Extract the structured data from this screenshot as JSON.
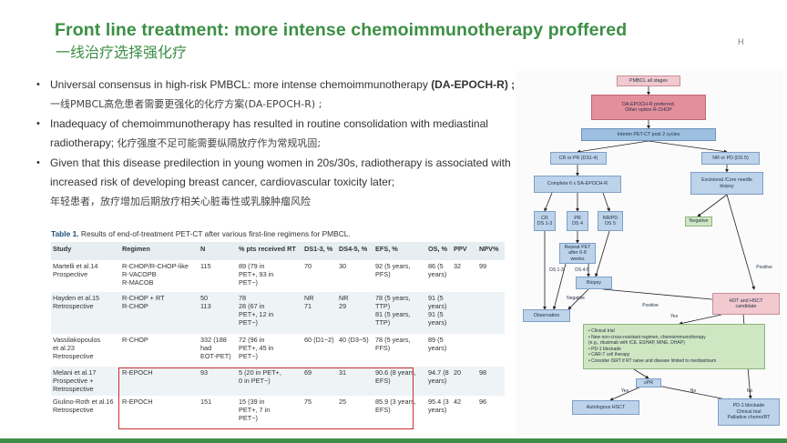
{
  "slide": {
    "title": "Front line treatment: more intense chemoimmunotherapy proffered",
    "subtitle": "一线治疗选择强化疗",
    "corner_mark": "H"
  },
  "bullets": [
    {
      "lines": [
        "Universal consensus in high-risk PMBCL: more intense chemoimmunotherapy "
      ],
      "bold": "(DA-EPOCH-R) ;",
      "zh": "一线PMBCL高危患者需要更强化的化疗方案(DA-EPOCH-R) ;"
    },
    {
      "lines": [
        "Inadequacy of chemoimmunotherapy has resulted in routine consolidation with mediastinal",
        "radiotherapy; "
      ],
      "zh": "化疗强度不足可能需要纵隔放疗作为常规巩固;"
    },
    {
      "lines": [
        "Given that this disease predilection in young women in 20s/30s, radiotherapy is associated with",
        "increased risk of developing breast cancer, cardiovascular toxicity later;"
      ],
      "zh": "年轻患者，放疗增加后期放疗相关心脏毒性或乳腺肿瘤风险"
    }
  ],
  "table": {
    "caption_label": "Table 1.",
    "caption_text": "Results of end-of-treatment PET-CT after various first-line regimens for PMBCL.",
    "headers": [
      "Study",
      "Regimen",
      "N",
      "% pts received RT",
      "DS1-3, %",
      "DS4-5, %",
      "EFS, %",
      "OS, %",
      "PPV",
      "NPV%"
    ],
    "rows": [
      {
        "study": [
          "Martelli et al.14",
          "Prospective"
        ],
        "regimen": [
          "R-CHOP/R-CHOP-like",
          "R-VACOPB",
          "R-MACOB"
        ],
        "n": [
          "115"
        ],
        "rt": [
          "89 (79 in",
          "PET+, 93 in",
          "PET−)"
        ],
        "ds13": [
          "70"
        ],
        "ds45": [
          "30"
        ],
        "efs": [
          "92 (5 years,",
          "PFS)"
        ],
        "os": [
          "86 (5",
          "years)"
        ],
        "ppv": [
          "32"
        ],
        "npv": [
          "99"
        ]
      },
      {
        "study": [
          "Hayden et al.15",
          "Retrospective"
        ],
        "regimen": [
          "R-CHOP + RT",
          "R-CHOP"
        ],
        "n": [
          "50",
          "113"
        ],
        "rt": [
          "78",
          "28 (67 in",
          "PET+, 12 in",
          "PET−)"
        ],
        "ds13": [
          "NR",
          "71"
        ],
        "ds45": [
          "NR",
          "29"
        ],
        "efs": [
          "78 (5 years,",
          "TTP)",
          "81 (5 years,",
          "TTP)"
        ],
        "os": [
          "91 (5",
          "years)",
          "91 (5",
          "years)"
        ],
        "ppv": [
          ""
        ],
        "npv": [
          ""
        ]
      },
      {
        "study": [
          "Vassilakopoulos",
          "et al.23",
          "Retrospective"
        ],
        "regimen": [
          "R-CHOP"
        ],
        "n": [
          "332 (188",
          "had",
          "EOT-PET)"
        ],
        "rt": [
          "72 (96 in",
          "PET+, 45 in",
          "PET−)"
        ],
        "ds13": [
          "60 (D1−2)"
        ],
        "ds45": [
          "40 (D3−5)"
        ],
        "efs": [
          "78 (5 years,",
          "FFS)"
        ],
        "os": [
          "89 (5",
          "years)"
        ],
        "ppv": [
          ""
        ],
        "npv": [
          ""
        ]
      },
      {
        "study": [
          "Melani et al.17",
          "Prospective +",
          "Retrospective"
        ],
        "regimen": [
          "R-EPOCH"
        ],
        "n": [
          "93"
        ],
        "rt": [
          "5 (20 in PET+,",
          "0 in PET−)"
        ],
        "ds13": [
          "69"
        ],
        "ds45": [
          "31"
        ],
        "efs": [
          "90.6 (8 years,",
          "EFS)"
        ],
        "os": [
          "94.7 (8",
          "years)"
        ],
        "ppv": [
          "20"
        ],
        "npv": [
          "98"
        ]
      },
      {
        "study": [
          "Giulino-Roth et al.16",
          "Retrospective"
        ],
        "regimen": [
          "R-EPOCH"
        ],
        "n": [
          "151"
        ],
        "rt": [
          "15 (39 in",
          "PET+, 7 in",
          "PET−)"
        ],
        "ds13": [
          "75"
        ],
        "ds45": [
          "25"
        ],
        "efs": [
          "85.9 (3 years,",
          "EFS)"
        ],
        "os": [
          "95.4 (3",
          "years)"
        ],
        "ppv": [
          "42"
        ],
        "npv": [
          "96"
        ]
      }
    ]
  },
  "flowchart": {
    "pmbcl": "PMBCL all stages",
    "daepoch": [
      "DA-EPOCH-R preferred,",
      "Other option R-CHOP"
    ],
    "interim": "Interim PET-CT post 2 cycles",
    "crpr": "CR or PR (DS1-4)",
    "nrpd_top": "NR or PD (DS 5)",
    "complete6": "Complete 6 x DA-EPOCH-R",
    "excisional": [
      "Excisional /Core needle",
      "biopsy"
    ],
    "cr": [
      "CR",
      "DS 1-3"
    ],
    "pr": [
      "PR",
      "DS 4"
    ],
    "nrpd": [
      "NR/PD",
      "DS 5"
    ],
    "negative_right": "Negative",
    "repeat_pet": [
      "Repeat PET",
      "after 6-8",
      "weeks"
    ],
    "ds13": "DS 1-3",
    "ds45": "DS 4-5",
    "biopsy": "Biopsy",
    "negative_mid": "Negative",
    "positive_mid": "Positive",
    "positive_right": "Positive",
    "observation": "Observation",
    "hdt": [
      "HDT and HSCT",
      "candidate"
    ],
    "yes_top": "Yes",
    "options": [
      "• Clinical trial",
      "• New non-cross-resistant regimen, chemoimmunotherapy",
      "  (e.g., rituximab with ICE, ESHAP, MINE, DHAP)",
      "• PD-1 blockade",
      "• CAR-T cell therapy",
      "• Consider ISRT if RT naive and disease limited to mediastinum"
    ],
    "cr_pr": "≥PR",
    "yes_bottom": "Yes",
    "no_mid": "No",
    "no_right": "No",
    "auto_hsct": "Autologous HSCT",
    "final": [
      "PD-1 blockade",
      "Clinical trial",
      "Palliative chemo/RT"
    ]
  }
}
